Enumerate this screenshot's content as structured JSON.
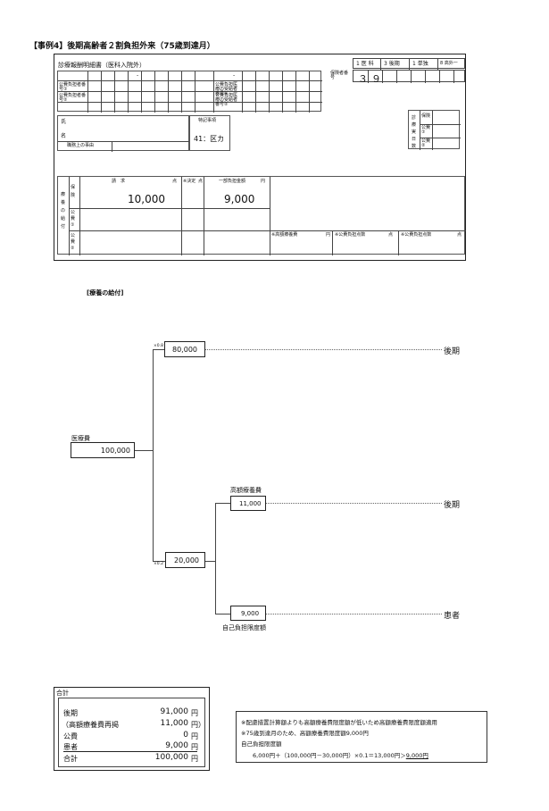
{
  "title": "【事例4】後期高齢者２割負担外来（75歳到達月）",
  "form": {
    "header": "診療報酬明細書（医科入院外）",
    "code1": "1 医 科",
    "code2": "3 後期",
    "code3": "1 単独",
    "code4": "8 高外一",
    "insurer_label": "保険者番号",
    "insurer_digits": "３９",
    "dash1": "-",
    "dash2": "-",
    "kohi1_payer": "公費負担者番号①",
    "kohi2_payer": "公費負担者番号②",
    "kohi1_recipient": "公費負担医療の受給者番号①",
    "kohi2_recipient": "公費負担医療の受給者番号②",
    "name_label": "氏",
    "name_label2": "名",
    "occupation": "職務上の事由",
    "special_label": "特記事項",
    "special_value": "41：区カ",
    "dept_label": "診療実日数",
    "dept_rows": [
      "保険",
      "公費①",
      "公費②"
    ],
    "side_label": "療養の給付",
    "col_rows": [
      "保険",
      "公費①",
      "公費②"
    ],
    "col_claim": "請　求",
    "col_claim_unit": "点",
    "col_decision": "※決定",
    "col_decision_unit": "点",
    "col_burden": "一部負担金額",
    "col_burden_unit": "円",
    "claim_value": "10,000",
    "burden_value": "9,000",
    "bottom1": "※高額療養費",
    "bottom1_unit": "円",
    "bottom2": "※公費負担点数",
    "bottom2_unit": "点",
    "bottom3": "※公費負担点数",
    "bottom3_unit": "点"
  },
  "section_title": "[療養の給付]",
  "flow": {
    "root_label": "医療費",
    "root_value": "100,000",
    "upper_ratio": "×0.8",
    "upper_value": "80,000",
    "upper_dest": "後期",
    "lower_ratio": "×0.2",
    "lower_value": "20,000",
    "kogaku_label": "高額療養費",
    "kogaku_value": "11,000",
    "kogaku_dest": "後期",
    "self_value": "9,000",
    "self_label": "自己負担限度額",
    "self_dest": "患者"
  },
  "summary": {
    "title": "合計",
    "rows": [
      {
        "label": "後期",
        "value": "91,000",
        "unit": "円"
      },
      {
        "label": "（高額療養費再掲",
        "value": "11,000",
        "unit": "円）"
      },
      {
        "label": "公費",
        "value": "0",
        "unit": "円"
      },
      {
        "label": "患者",
        "value": "9,000",
        "unit": "円"
      }
    ],
    "total_label": "合計",
    "total_value": "100,000",
    "total_unit": "円"
  },
  "notes": {
    "line1": "※配慮措置計算額よりも高額療養費限度額が低いため高額療養費限度額適用",
    "line2": "※75歳到達月のため、高額療養費限度額9,000円",
    "line3": "自己負担限度額",
    "line4_prefix": "6,000円＋（100,000円－30,000円）×0.1＝13,000円＞",
    "line4_result": "9,000円"
  }
}
